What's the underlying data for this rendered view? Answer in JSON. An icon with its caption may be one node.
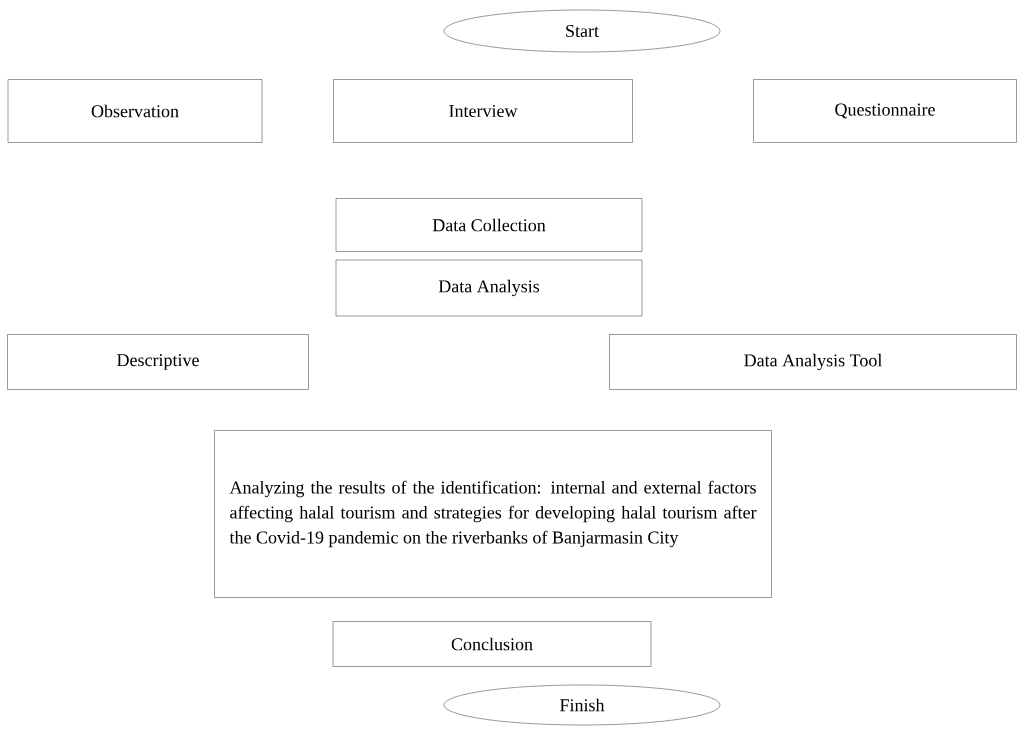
{
  "diagram": {
    "nodes": [
      {
        "text": [
          "Start"
        ]
      },
      {
        "text": [
          "Observation"
        ]
      },
      {
        "text": [
          "Interview"
        ]
      },
      {
        "text": [
          "Questionnaire"
        ]
      },
      {
        "text": [
          "Data Collection"
        ]
      },
      {
        "text": [
          "Data Analysis"
        ]
      },
      {
        "text": [
          "Descriptive"
        ]
      },
      {
        "text": [
          "Data Analysis Tool"
        ]
      },
      {
        "text": [
          "Analyzing the results of the identification: internal and external factors affecting halal tourism and strategies for developing halal tourism after the Covid-19 pandemic on the riverbanks of Banjarmasin City"
        ]
      },
      {
        "text": [
          "Conclusion"
        ]
      },
      {
        "text": [
          "Finish"
        ]
      }
    ]
  }
}
